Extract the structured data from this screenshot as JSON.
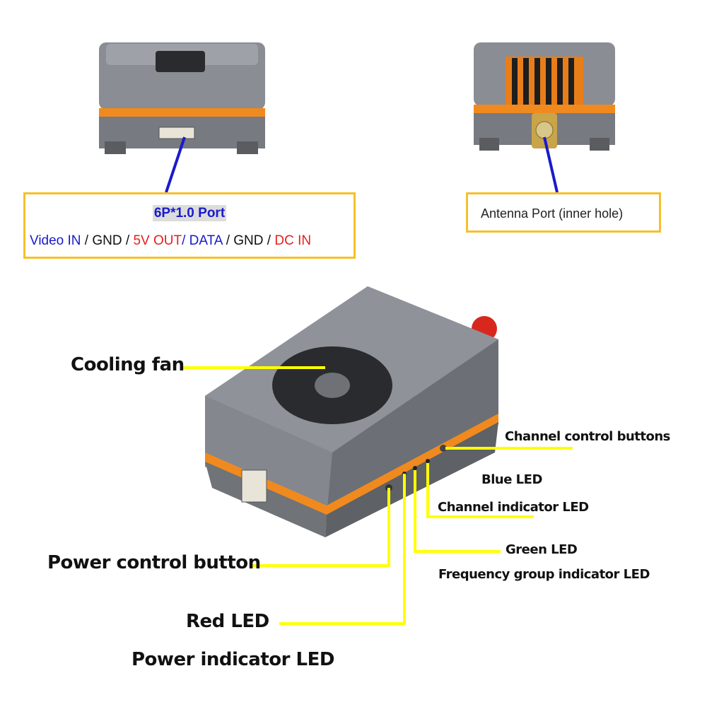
{
  "port_box": {
    "title": "6P*1.0 Port",
    "pins": [
      {
        "text": "Video IN",
        "color": "blue"
      },
      {
        "text": " / GND / ",
        "color": "black"
      },
      {
        "text": "5V OUT",
        "color": "red"
      },
      {
        "text": "/ DATA",
        "color": "blue"
      },
      {
        "text": " / GND / ",
        "color": "black"
      },
      {
        "text": "DC IN",
        "color": "red"
      }
    ]
  },
  "antenna_box": {
    "label": "Antenna Port (inner hole)"
  },
  "callouts": {
    "cooling_fan": "Cooling fan",
    "channel_buttons": "Channel control buttons",
    "blue_led": "Blue LED",
    "channel_led": "Channel indicator LED",
    "green_led": "Green LED",
    "frequency_led": "Frequency group indicator LED",
    "power_button": "Power control button",
    "red_led": "Red LED",
    "power_led": "Power indicator LED"
  },
  "colors": {
    "leader_yellow": "#ffff00",
    "leader_blue": "#1a1acc",
    "box_border": "#f5c02a",
    "body_gray": "#7b7e84",
    "accent_orange": "#f08a1e"
  }
}
